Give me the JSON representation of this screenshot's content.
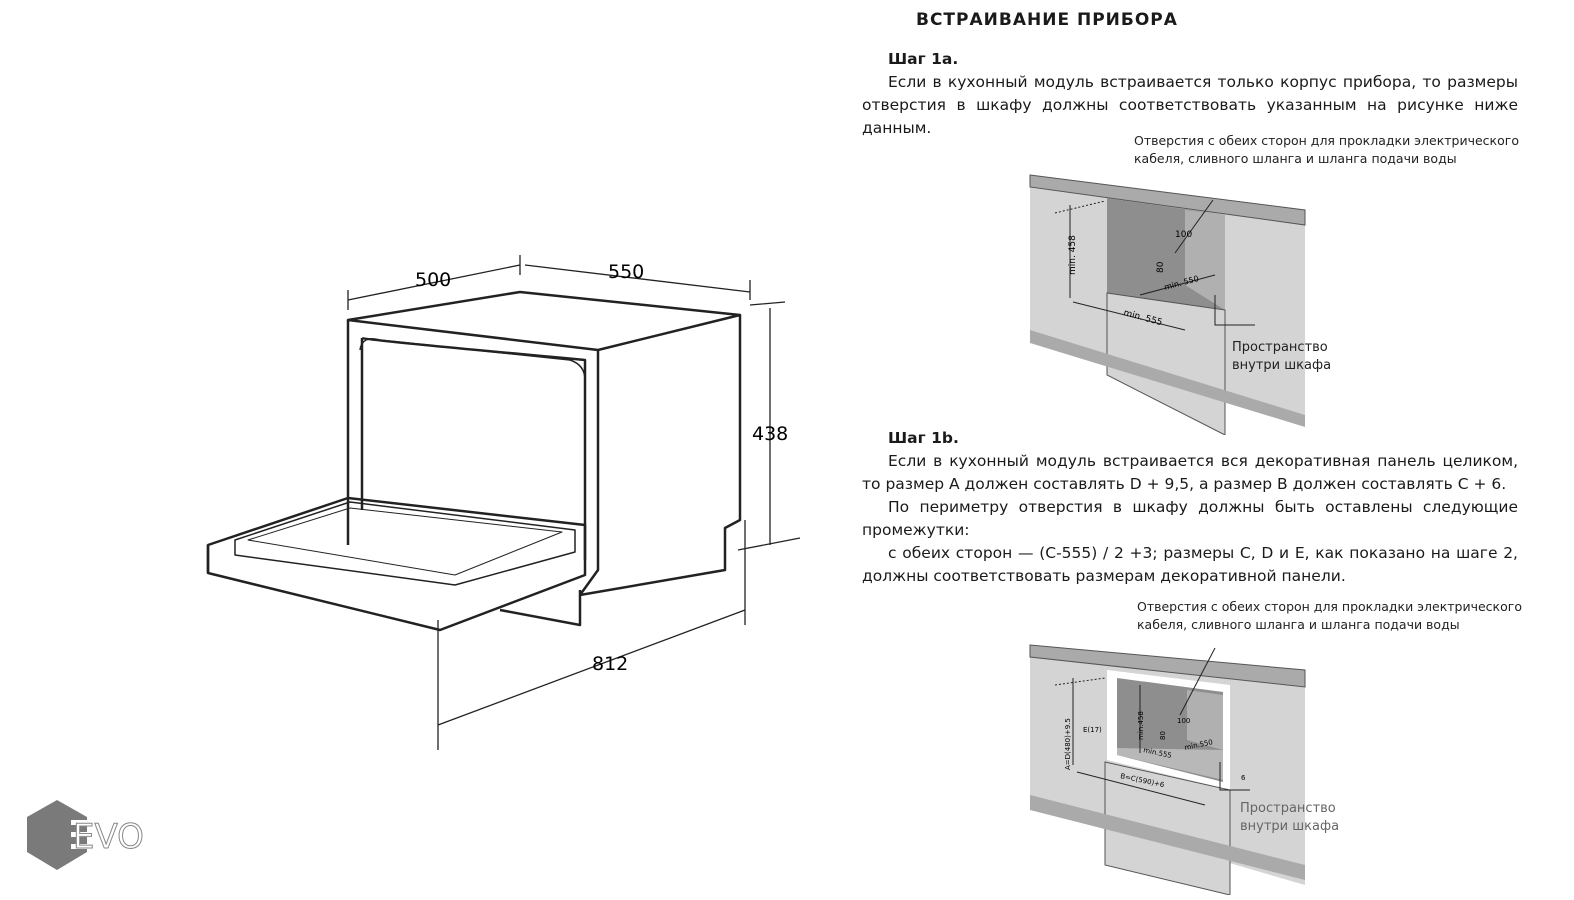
{
  "header": {
    "title": "ВСТРАИВАНИЕ ПРИБОРА"
  },
  "step1a": {
    "heading": "Шаг 1а.",
    "text": "Если в кухонный модуль встраивается только корпус прибора, то размеры отверстия в шкафу должны соответствовать указанным на рисунке ниже данным."
  },
  "diagram1": {
    "caption_line1": "Отверстия с обеих сторон для прокладки электрического",
    "caption_line2": "кабеля, сливного шланга и шланга подачи воды",
    "space_line1": "Пространство",
    "space_line2": "внутри шкафа",
    "dims": {
      "height": "min. 458",
      "d100": "100",
      "d80": "80",
      "depth": "min. 550",
      "width": "min. 555"
    }
  },
  "step1b": {
    "heading": "Шаг 1b.",
    "p1": "Если в кухонный модуль встраивается вся декоративная панель целиком, то размер А должен составлять D + 9,5, а размер В должен составлять С + 6.",
    "p2": "По периметру отверстия в шкафу должны быть оставлены следующие промежутки:",
    "p3": "с обеих сторон — (С-555) / 2 +3; размеры С, D и Е, как показано на шаге 2, должны соответствовать размерам декоративной панели."
  },
  "diagram2": {
    "caption_line1": "Отверстия с обеих сторон для прокладки электрического",
    "caption_line2": "кабеля, сливного шланга и шланга подачи воды",
    "space_line1": "Пространство",
    "space_line2": "внутри шкафа",
    "dims": {
      "a": "A=D(480)+9.5",
      "e": "E(17)",
      "height": "min.458",
      "d100": "100",
      "d80": "80",
      "width": "min.555",
      "depth": "min.550",
      "b": "B=C(590)+6",
      "gap": "6"
    }
  },
  "appliance": {
    "dims": {
      "depth": "500",
      "width": "550",
      "height": "438",
      "open_depth": "812"
    }
  },
  "logo": {
    "text": "EVO"
  }
}
